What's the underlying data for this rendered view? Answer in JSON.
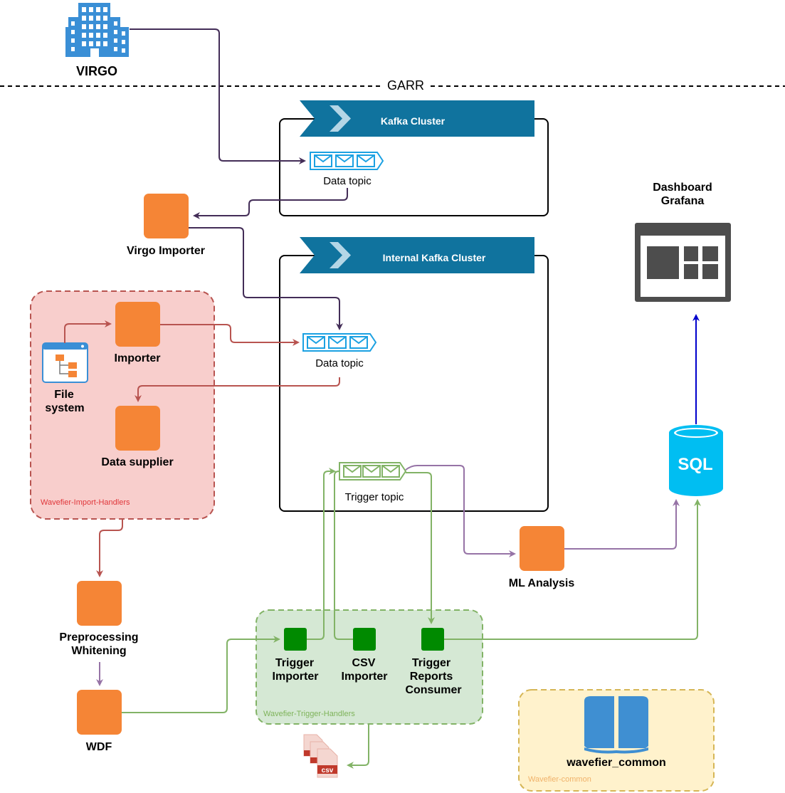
{
  "labels": {
    "virgo": "VIRGO",
    "garr": "GARR",
    "kafka_cluster": "Kafka Cluster",
    "data_topic_1": "Data topic",
    "virgo_importer": "Virgo Importer",
    "internal_kafka_cluster": "Internal Kafka Cluster",
    "data_topic_2": "Data topic",
    "importer": "Importer",
    "file_system_1": "File",
    "file_system_2": "system",
    "data_supplier": "Data supplier",
    "import_handlers": "Wavefier-Import-Handlers",
    "trigger_topic": "Trigger topic",
    "dashboard_1": "Dashboard",
    "dashboard_2": "Grafana",
    "sql": "SQL",
    "ml_analysis": "ML Analysis",
    "preprocessing_1": "Preprocessing",
    "preprocessing_2": "Whitening",
    "wdf": "WDF",
    "trigger_importer_1": "Trigger",
    "trigger_importer_2": "Importer",
    "csv_importer_1": "CSV",
    "csv_importer_2": "Importer",
    "trigger_reports_1": "Trigger",
    "trigger_reports_2": "Reports",
    "trigger_reports_3": "Consumer",
    "trigger_handlers": "Wavefier-Trigger-Handlers",
    "csv": "csv",
    "wavefier_common": "wavefier_common",
    "wavefier_common_group": "Wavefier-common"
  },
  "colors": {
    "orange": "#f58536",
    "kafka_blue": "#10739e",
    "topic_cyan": "#1ba1e2",
    "trigger_green": "#82b366",
    "import_red": "#b85450",
    "flow_purple": "#9673a6",
    "virgo_dark": "#432d57",
    "grafana_gray": "#4d4d4d",
    "sql_cyan": "#00bef2",
    "building_blue": "#3a8fd6",
    "book_blue": "#3f8fd2",
    "green_square": "#008a00"
  }
}
